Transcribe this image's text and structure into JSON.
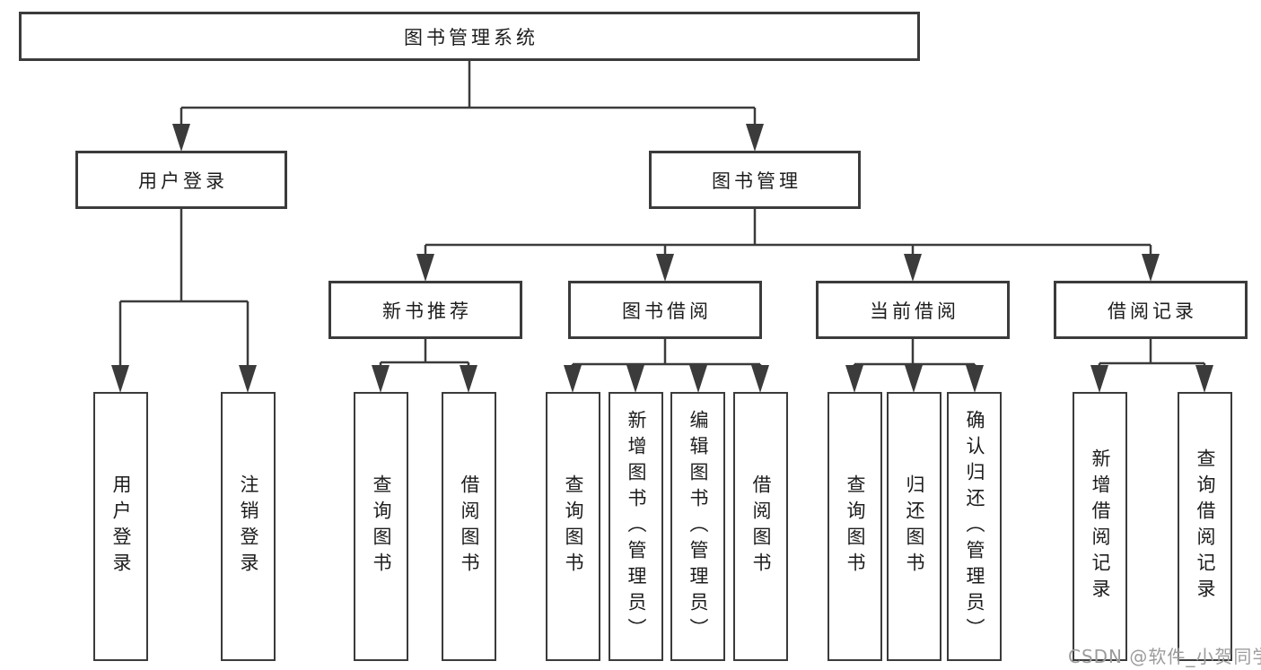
{
  "tree": {
    "root": {
      "label": "图书管理系统",
      "children": [
        {
          "label": "用户登录",
          "children": [
            {
              "label": "用户登录"
            },
            {
              "label": "注销登录"
            }
          ]
        },
        {
          "label": "图书管理",
          "children": [
            {
              "label": "新书推荐",
              "children": [
                {
                  "label": "查询图书"
                },
                {
                  "label": "借阅图书"
                }
              ]
            },
            {
              "label": "图书借阅",
              "children": [
                {
                  "label": "查询图书"
                },
                {
                  "label": "新增图书（管理员）"
                },
                {
                  "label": "编辑图书（管理员）"
                },
                {
                  "label": "借阅图书"
                }
              ]
            },
            {
              "label": "当前借阅",
              "children": [
                {
                  "label": "查询图书"
                },
                {
                  "label": "归还图书"
                },
                {
                  "label": "确认归还（管理员）"
                }
              ]
            },
            {
              "label": "借阅记录",
              "children": [
                {
                  "label": "新增借阅记录"
                },
                {
                  "label": "查询借阅记录"
                }
              ]
            }
          ]
        }
      ]
    }
  },
  "watermark": {
    "text": "CSDN @软件_小贺同学"
  },
  "colors": {
    "line": "#3b3b3b",
    "box_border": "#3b3b3b",
    "text": "#1c1c1c",
    "watermark": "#9c9c9c",
    "background": "#ffffff"
  }
}
